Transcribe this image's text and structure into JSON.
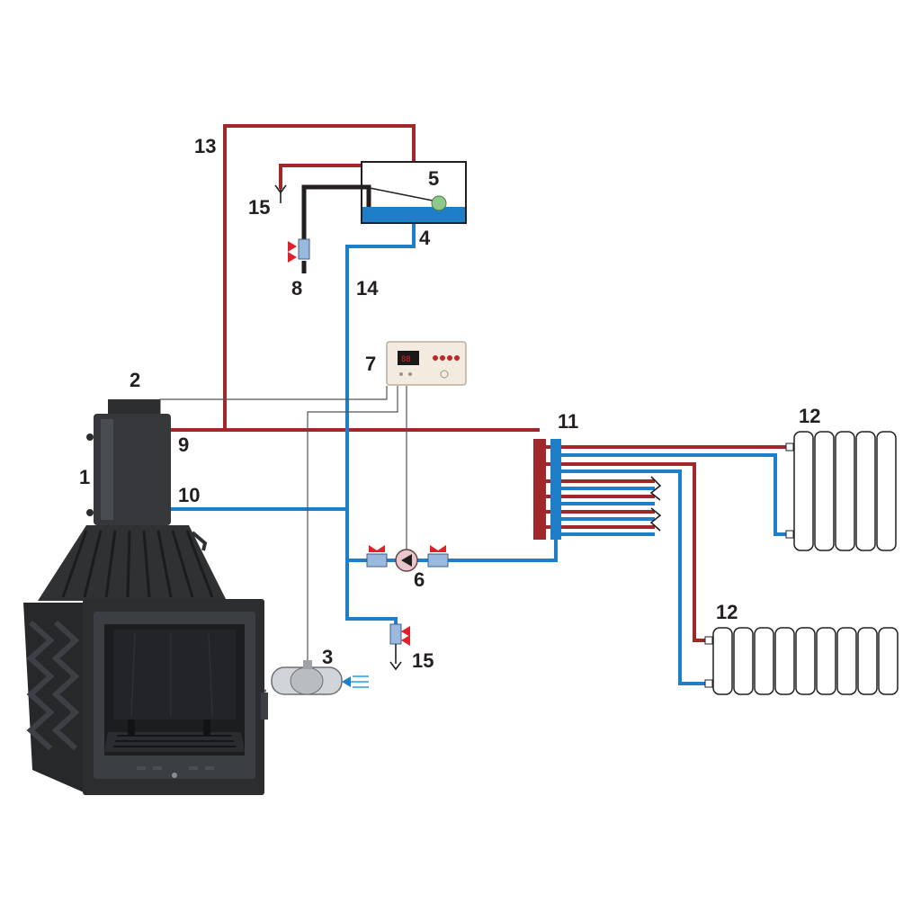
{
  "labels": {
    "l1": "1",
    "l2": "2",
    "l3": "3",
    "l4": "4",
    "l5": "5",
    "l6": "6",
    "l7": "7",
    "l8": "8",
    "l9": "9",
    "l10": "10",
    "l11": "11",
    "l12a": "12",
    "l12b": "12",
    "l13": "13",
    "l14": "14",
    "l15a": "15",
    "l15b": "15"
  },
  "colors": {
    "supply_pipe": "#a0282b",
    "return_pipe": "#1e7ec8",
    "fireplace": "#2f3133",
    "valve_handle": "#e0202a"
  }
}
